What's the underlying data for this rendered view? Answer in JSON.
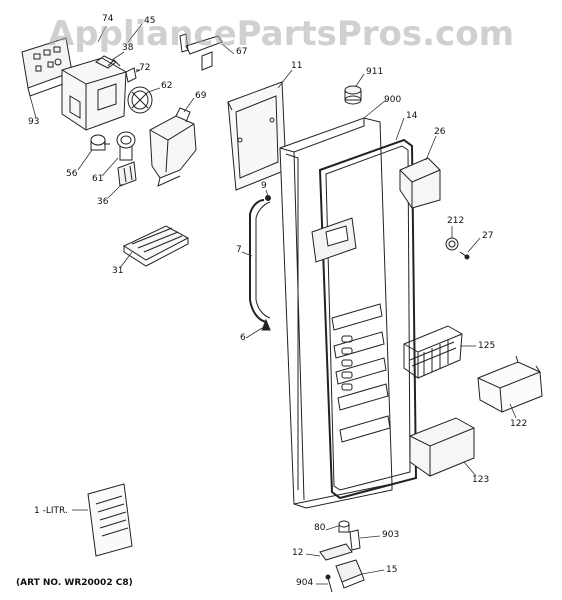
{
  "watermark": "AppliancePartsPros.com",
  "art_number": "(ART NO. WR20002 C8)",
  "manual_label": "1 -LITR.",
  "callouts": [
    "74",
    "45",
    "38",
    "72",
    "62",
    "69",
    "93",
    "56",
    "61",
    "36",
    "31",
    "11",
    "911",
    "900",
    "14",
    "26",
    "9",
    "7",
    "6",
    "212",
    "27",
    "125",
    "122",
    "123",
    "80",
    "903",
    "12",
    "15",
    "904",
    "67"
  ],
  "colors": {
    "line": "#222222",
    "watermark": "#aaaaaa"
  }
}
